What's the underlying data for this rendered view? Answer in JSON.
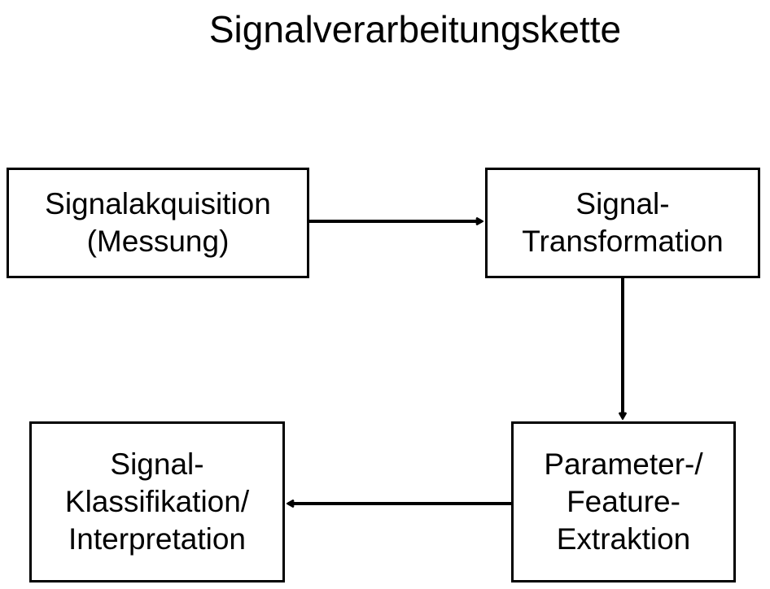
{
  "title": "Signalverarbeitungskette",
  "nodes": {
    "acquisition": {
      "lines": [
        "Signalakquisition",
        "(Messung)"
      ]
    },
    "transformation": {
      "lines": [
        "Signal-",
        "Transformation"
      ]
    },
    "feature": {
      "lines": [
        "Parameter-/",
        "Feature-",
        "Extraktion"
      ]
    },
    "classification": {
      "lines": [
        "Signal-",
        "Klassifikation/",
        "Interpretation"
      ]
    }
  },
  "edges": [
    {
      "from": "acquisition",
      "to": "transformation"
    },
    {
      "from": "transformation",
      "to": "feature"
    },
    {
      "from": "feature",
      "to": "classification"
    }
  ],
  "colors": {
    "stroke": "#000000",
    "background": "#ffffff"
  }
}
